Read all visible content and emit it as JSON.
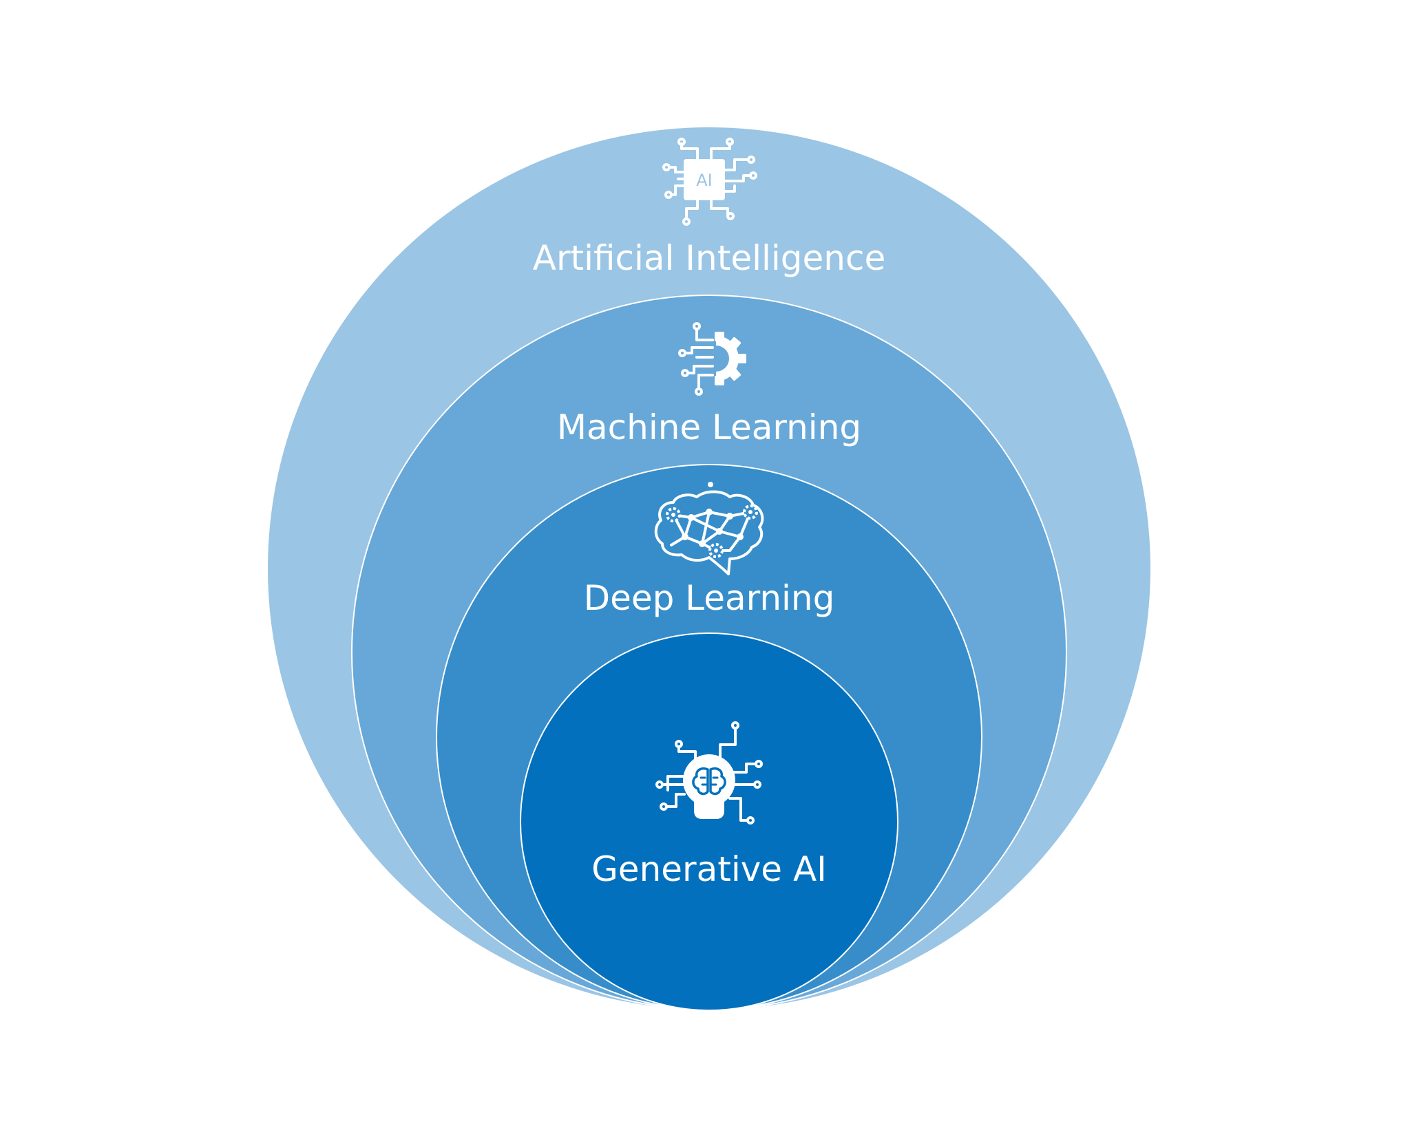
{
  "diagram": {
    "rings": [
      {
        "label": "Artificial Intelligence",
        "icon": "ai-chip-icon",
        "color": "#9ac5e5"
      },
      {
        "label": "Machine Learning",
        "icon": "circuit-gear-icon",
        "color": "#67a8d8"
      },
      {
        "label": "Deep Learning",
        "icon": "network-brain-icon",
        "color": "#368dca"
      },
      {
        "label": "Generative AI",
        "icon": "brain-lightbulb-icon",
        "color": "#0270bd"
      }
    ],
    "chip_text": "AI",
    "ring_border_color": "#ffffff",
    "background": "#ffffff"
  }
}
